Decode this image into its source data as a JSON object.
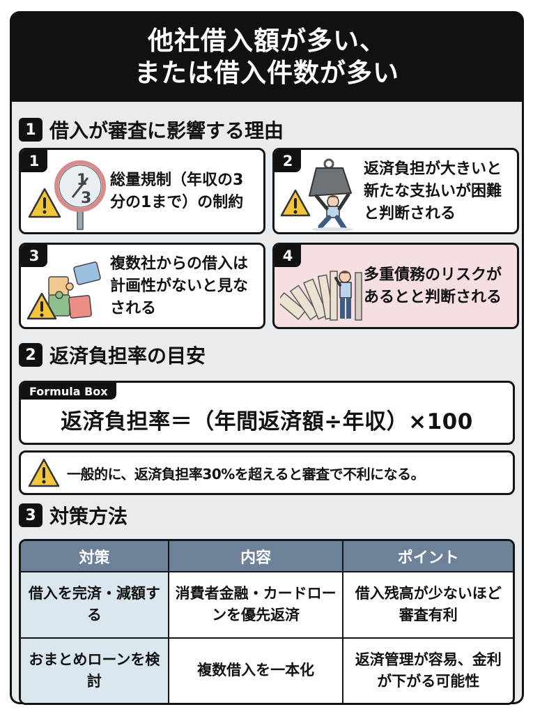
{
  "header": {
    "title_line1": "他社借入額が多い、",
    "title_line2": "または借入件数が多い"
  },
  "section1": {
    "number": "1",
    "title": "借入が審査に影響する理由",
    "cards": [
      {
        "number": "1",
        "text": "総量規制（年収の3分の1まで）の制約",
        "illustration": "one-third-sign-with-warning-icon",
        "fraction_top": "1",
        "fraction_bottom": "3"
      },
      {
        "number": "2",
        "text": "返済負担が大きいと新たな支払いが困難と判断される",
        "illustration": "man-lifting-heavy-weight-with-warning-icon"
      },
      {
        "number": "3",
        "text": "複数社からの借入は計画性がないと見なされる",
        "illustration": "puzzle-pieces-with-warning-icon"
      },
      {
        "number": "4",
        "text": "多重債務のリスクがあるとと判断される",
        "illustration": "man-holding-falling-dominoes",
        "highlight": true
      }
    ]
  },
  "section2": {
    "number": "2",
    "title": "返済負担率の目安",
    "formula_tag": "Formula Box",
    "formula": "返済負担率＝（年間返済額÷年収）×100",
    "warning": "一般的に、返済負担率30%を超えると審査で不利になる。"
  },
  "section3": {
    "number": "3",
    "title": "対策方法",
    "table": {
      "headers": [
        "対策",
        "内容",
        "ポイント"
      ],
      "rows": [
        [
          "借入を完済・減額する",
          "消費者金融・カードローンを優先返済",
          "借入残高が少ないほど審査有利"
        ],
        [
          "おまとめローンを検討",
          "複数借入を一本化",
          "返済管理が容易、金利が下がる可能性"
        ]
      ]
    }
  },
  "colors": {
    "frame": "#111111",
    "body_bg": "#e9ecef",
    "highlight_card": "#f6dfe0",
    "table_header": "#6d8299",
    "table_first_col": "#dbe7ef",
    "warning_yellow": "#f3c53c"
  }
}
